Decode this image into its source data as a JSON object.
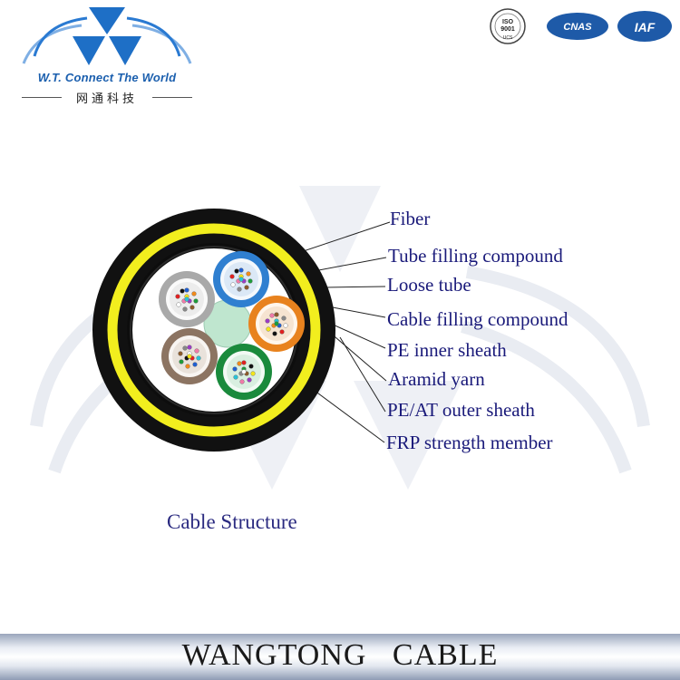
{
  "logo": {
    "tagline": "W.T. Connect The World",
    "cn_name": "网通科技"
  },
  "certs": {
    "iso": "ISO 9001",
    "ucs": "UCS",
    "cnas": "CNAS",
    "iaf": "IAF"
  },
  "diagram": {
    "labels": [
      "Fiber",
      "Tube filling compound",
      "Loose tube",
      "Cable filling compound",
      "PE inner sheath",
      "Aramid yarn",
      "PE/AT outer sheath",
      "FRP strength member"
    ],
    "caption": "Cable Structure"
  },
  "colors": {
    "outer_sheath": "#111111",
    "aramid_ring": "#f2ee1e",
    "tube_blue": "#2f7fd0",
    "tube_orange": "#e8821e",
    "tube_green": "#1a8a3c",
    "tube_brown": "#8c7462",
    "tube_gray": "#a9a9a9",
    "frp": "#bfe6cf"
  },
  "footer": {
    "brand": "WANGTONG   CABLE"
  }
}
